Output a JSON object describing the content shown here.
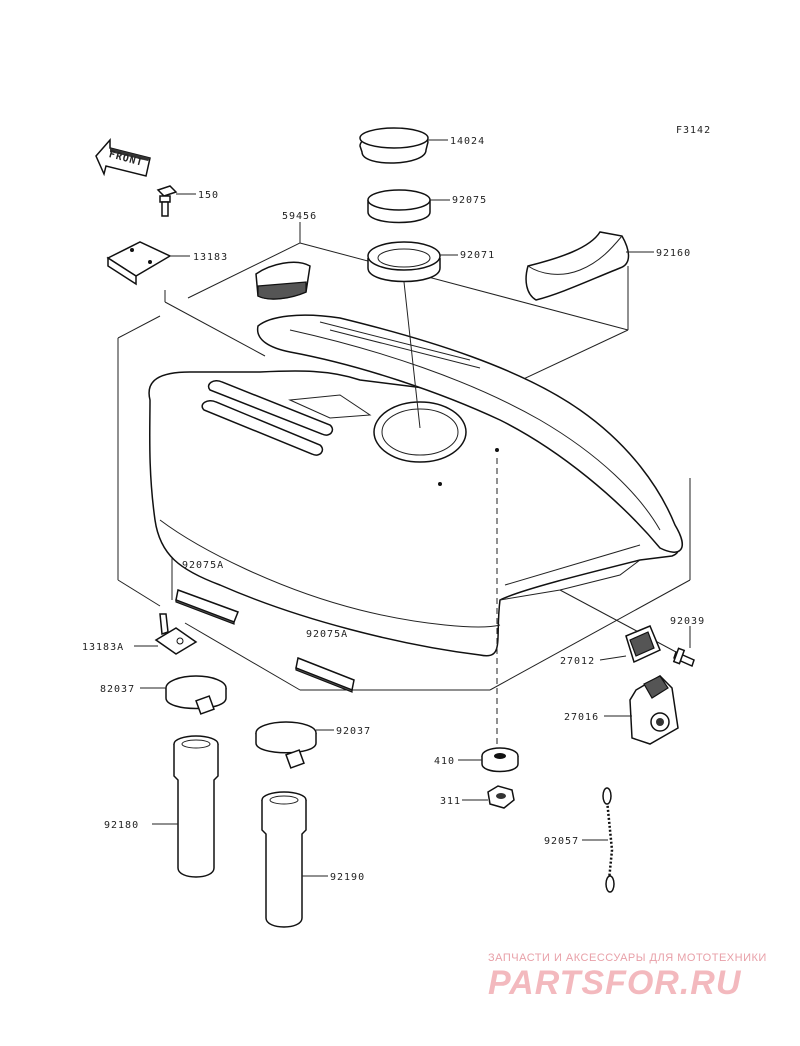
{
  "diagram": {
    "figure_code": "F3142",
    "front_label": "FRONT",
    "parts": {
      "p14024": "14024",
      "p150": "150",
      "p92075": "92075",
      "p59456": "59456",
      "p92071": "92071",
      "p13183": "13183",
      "p92160": "92160",
      "p92075A_1": "92075A",
      "p92075A_2": "92075A",
      "p92039": "92039",
      "p13183A": "13183A",
      "p27012": "27012",
      "p82037": "82037",
      "p92037": "92037",
      "p27016": "27016",
      "p410": "410",
      "p311": "311",
      "p92180": "92180",
      "p92057": "92057",
      "p92190": "92190"
    }
  },
  "watermark": {
    "tagline": "ЗАПЧАСТИ И АКСЕССУАРЫ ДЛЯ МОТОТЕХНИКИ",
    "brand": "PARTSFOR.RU"
  }
}
